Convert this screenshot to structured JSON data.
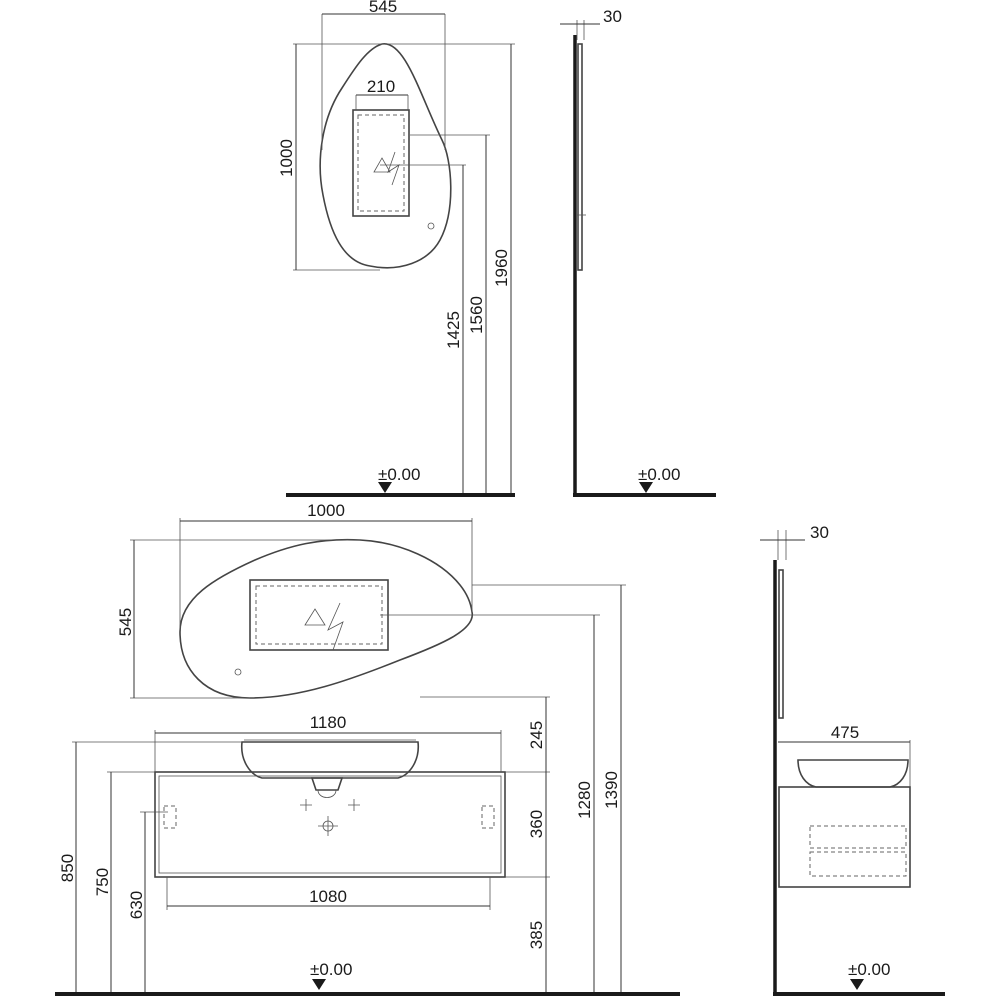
{
  "dims": {
    "mirror_width": "545",
    "mirror_height": "1000",
    "panel_width": "210",
    "mirror_depth": "30",
    "h1425": "1425",
    "h1560": "1560",
    "h1960": "1960",
    "level_top_front": "±0.00",
    "level_top_side": "±0.00",
    "mirror_wide_width": "1000",
    "mirror_wide_height": "545",
    "counter_width": "1180",
    "basin_height": "245",
    "cabinet_height": "360",
    "h1280": "1280",
    "h1390": "1390",
    "h850": "850",
    "h750": "750",
    "h630": "630",
    "inner_width": "1080",
    "floor_gap": "385",
    "level_bottom_front": "±0.00",
    "side_depth_30": "30",
    "side_depth_475": "475",
    "level_bottom_side": "±0.00"
  }
}
